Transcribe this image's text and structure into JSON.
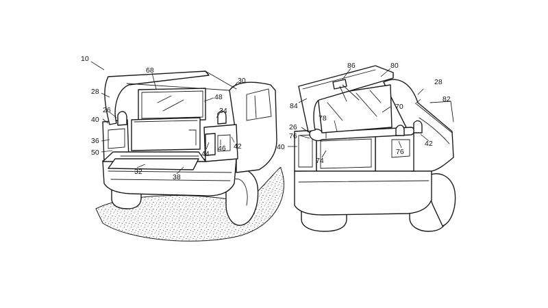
{
  "figure": {
    "left_view": {
      "labels": {
        "l10": "10",
        "l68": "68",
        "l30": "30",
        "l48": "48",
        "l28": "28",
        "l26": "26",
        "l34": "34",
        "l40": "40",
        "l36": "36",
        "l50": "50",
        "l44": "44",
        "l46": "46",
        "l42": "42",
        "l32": "32",
        "l38": "38"
      }
    },
    "right_view": {
      "labels": {
        "l86": "86",
        "l80": "80",
        "l28": "28",
        "l82": "82",
        "l84": "84",
        "l70": "70",
        "l78": "78",
        "l26": "26",
        "l76a": "76",
        "l42": "42",
        "l40": "40",
        "l74": "74",
        "l76b": "76"
      }
    }
  }
}
